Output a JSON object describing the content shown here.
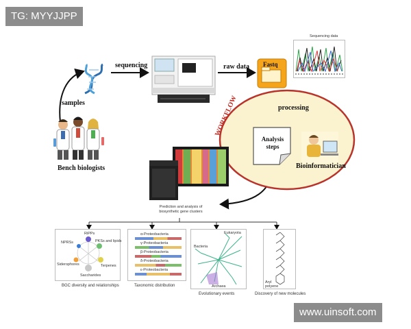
{
  "watermarks": {
    "top_left": "TG: MYYJJPP",
    "bottom_right": "www.uinsoft.com"
  },
  "workflow": {
    "sequencing_label": "sequencing",
    "raw_data_label": "raw data",
    "samples_label": "samples",
    "bench_biologists_label": "Bench biologists",
    "fastq_label": "Fastq",
    "processing_label": "processing",
    "workflow_label": "WORKFLOW",
    "analysis_steps_label": "Analysis steps",
    "bioinformatician_label": "Bioinformatician",
    "sequencing_data_caption": "Sequencing data",
    "prediction_caption": "Prediction and analysis of biosynthetic gene clusters"
  },
  "panels": {
    "bgc": {
      "caption": "BGC diversity and relationships",
      "nodes": [
        "RiPPs",
        "NPRSs",
        "PKSs and lipids",
        "Siderophores",
        "Terpenes",
        "Saccharides"
      ]
    },
    "taxonomic": {
      "caption": "Taxonomic distribution",
      "rows": [
        "α-Proteobacteria",
        "γ-Proteobacteria",
        "β-Proteobacteria",
        "δ-Proteobacteria",
        "ε-Proteobacteria"
      ]
    },
    "evolution": {
      "caption": "Evolutionary events",
      "labels": [
        "Eukaryota",
        "Bacteria",
        "Archaea"
      ]
    },
    "discovery": {
      "caption": "Discovery of new molecules",
      "label": "Aryl polyene"
    }
  },
  "colors": {
    "ellipse_fill": "#fbf3cf",
    "ellipse_stroke": "#b8332b",
    "workflow_text": "#c0281f",
    "fastq_folder": "#f5a51c",
    "tree_green": "#3bb18a"
  }
}
